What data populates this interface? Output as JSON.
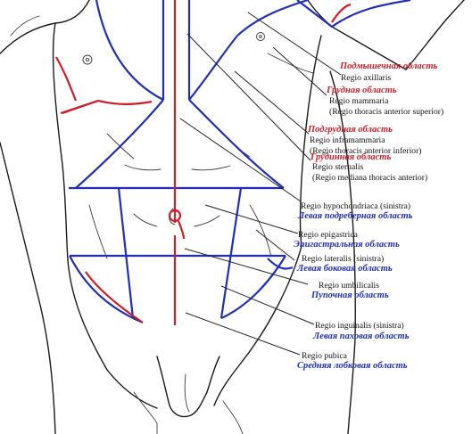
{
  "colors": {
    "russian_label_red": "#cc1f2a",
    "russian_label_blue": "#1f2fb8",
    "region_blue": "#1f2fb8",
    "region_red": "#cc1f2a",
    "outline": "#1a1a1a"
  },
  "labels": [
    {
      "ru": "Подмышечная область",
      "ru_color": "red",
      "latin": [
        "Regio axillaris"
      ]
    },
    {
      "ru": "Грудная область",
      "ru_color": "red",
      "latin": [
        "Regio mammaria",
        "(Regio thoracis anterior superior)"
      ]
    },
    {
      "ru": "Подгрудная область",
      "ru_color": "red",
      "latin": [
        "Regio inframammaria",
        "(Regio thoracis anterior inferior)"
      ]
    },
    {
      "ru": "Грудинная область",
      "ru_color": "red",
      "latin": [
        "Regio sternalis",
        "(Regio mediana thoracis anterior)"
      ]
    },
    {
      "ru": "Левая подреберная область",
      "ru_color": "blue",
      "latin": [
        "Regio hypochondriaca (sinistra)"
      ]
    },
    {
      "ru": "Эпигастральная область",
      "ru_color": "blue",
      "latin": [
        "Regio epigastrica"
      ]
    },
    {
      "ru": "Левая боковая область",
      "ru_color": "blue",
      "latin": [
        "Regio lateralis (sinistra)"
      ]
    },
    {
      "ru": "Пупочная область",
      "ru_color": "blue",
      "latin": [
        "Regio umbilicalis"
      ]
    },
    {
      "ru": "Левая паховая область",
      "ru_color": "blue",
      "latin": [
        "Regio inguinalis (sinistra)"
      ]
    },
    {
      "ru": "Средняя лобковая область",
      "ru_color": "blue",
      "latin": [
        "Regio pubica"
      ]
    }
  ]
}
